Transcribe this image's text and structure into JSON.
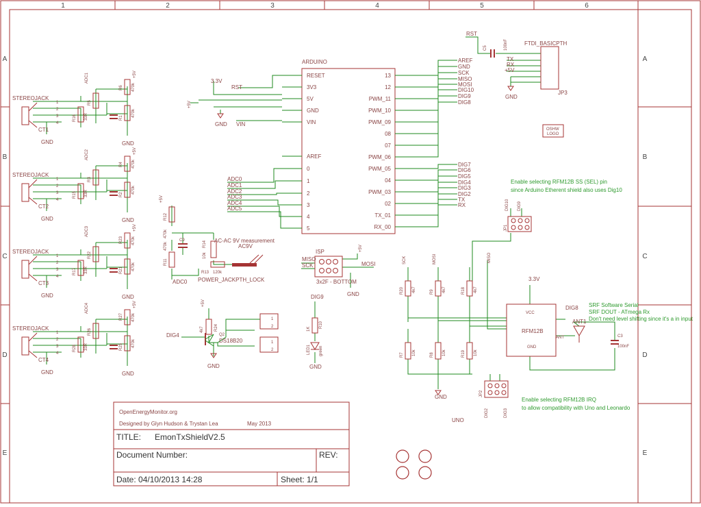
{
  "frame": {
    "columns": [
      "1",
      "2",
      "3",
      "4",
      "5",
      "6"
    ],
    "rows": [
      "A",
      "B",
      "C",
      "D",
      "E"
    ]
  },
  "title_block": {
    "website": "OpenEnergyMonitor.org",
    "designers": "Designed by Glyn Hudson & Trystan Lea",
    "date_note": "May 2013",
    "title_label": "TITLE:",
    "title_value": "EmonTxShieldV2.5",
    "docnum_label": "Document Number:",
    "rev_label": "REV:",
    "date_label": "Date: 04/10/2013 14:28",
    "sheet_label": "Sheet: 1/1"
  },
  "arduino": {
    "name": "ARDUINO",
    "left_pins": [
      "RESET",
      "3V3",
      "5V",
      "GND",
      "VIN",
      "AREF",
      "0",
      "1",
      "2",
      "3",
      "4",
      "5"
    ],
    "right_pins": [
      "13",
      "12",
      "PWM_11",
      "PWM_10",
      "PWM_09",
      "08",
      "07",
      "PWM_06",
      "PWM_05",
      "04",
      "PWM_03",
      "02",
      "TX_01",
      "RX_00"
    ],
    "left_nets": [
      "RST",
      "3.3V",
      "+5V",
      "GND",
      "VIN"
    ],
    "adc_nets": [
      "ADC0",
      "ADC1",
      "ADC2",
      "ADC3",
      "ADC4",
      "ADC5"
    ],
    "right_nets": [
      "AREF",
      "GND",
      "SCK",
      "MISO",
      "MOSI",
      "DIG10",
      "DIG9",
      "DIG8",
      "DIG7",
      "DIG6",
      "DIG5",
      "DIG4",
      "DIG3",
      "DIG2",
      "TX",
      "RX"
    ]
  },
  "ct_channels": [
    {
      "jack": "STEREOJACK",
      "ct": "CT1",
      "adc": "ADC1",
      "r_burden": "R5",
      "r_bias": "R16",
      "r_div": "R6",
      "r_div2": "R1",
      "res_val": "33R",
      "div_val": "470k",
      "supply": "+5V",
      "gnd": "GND"
    },
    {
      "jack": "STEREOJACK",
      "ct": "CT2",
      "adc": "ADC2",
      "r_burden": "R3",
      "r_bias": "R15",
      "r_div": "R4",
      "r_div2": "R2",
      "res_val": "33R",
      "div_val": "470k",
      "supply": "+5V",
      "gnd": "GND"
    },
    {
      "jack": "STEREOJACK",
      "ct": "CT3",
      "adc": "ADC3",
      "r_burden": "R22",
      "r_bias": "R17",
      "r_div": "R23",
      "r_div2": "R21",
      "res_val": "33R",
      "div_val": "470k",
      "supply": "+5V",
      "gnd": "GND"
    },
    {
      "jack": "STEREOJACK",
      "ct": "CT4",
      "adc": "ADC4",
      "r_burden": "R26",
      "r_bias": "R28",
      "r_div": "R27",
      "r_div2": "R25",
      "res_val": "33R",
      "div_val": "470k",
      "supply": "+5V",
      "gnd": "GND"
    }
  ],
  "ac_section": {
    "supply": "+5V",
    "r_top": "R12",
    "r_bot": "R11",
    "val": "470k",
    "r14": "R14",
    "r14_val": "10k",
    "r13": "R13",
    "r13_val": "120k",
    "cap": "C9",
    "label": "AC-AC 9V measurement",
    "ac_label": "AC9V",
    "jack": "POWER_JACKPTH_LOCK",
    "adc_net": "ADC0"
  },
  "ds18b20": {
    "supply": "+5V",
    "res": "R24",
    "res_val": "4k7",
    "net": "DIG4",
    "chip": "Q2",
    "chip_name": "DS18B20",
    "gnd": "GND",
    "pads": [
      "1",
      "2",
      "1",
      "2"
    ]
  },
  "isp": {
    "name": "ISP",
    "nets": [
      "MISO",
      "SCK",
      "MOSI"
    ],
    "supply": "+5V",
    "gnd": "GND",
    "label": "3x2F - BOTTOM"
  },
  "led": {
    "net": "DIG9",
    "res": "R10",
    "res_val": "1K",
    "led": "LED1",
    "color": "green",
    "gnd": "GND"
  },
  "ftdi": {
    "name": "FTDI_BASICPTH",
    "reset": "RST",
    "cap": "C5",
    "cap_val": "100nF",
    "nets": [
      "TX",
      "RX",
      "+5V"
    ],
    "gnd": "GND",
    "jp": "JP3"
  },
  "logo": {
    "line1": "OSHW",
    "line2": "LOGO"
  },
  "jp1": {
    "name": "JP1",
    "pins": [
      "DIG10",
      "DIG9"
    ],
    "note1": "Enable selecting RFM12B SS (SEL) pin",
    "note2": "since Arduino Etherent shield also uses Dig10"
  },
  "rfm": {
    "chip": "RFM12B",
    "supply": "3.3V",
    "vcc": "VCC",
    "gnd_pin": "GND",
    "ant_pin": "ANT",
    "ant": "ANT1",
    "cap": "C3",
    "cap_val": "100nF",
    "dig": "DIG8",
    "nets": [
      "SCK",
      "MOSI",
      "MISO"
    ],
    "res_top": [
      "R20",
      "R9",
      "R18"
    ],
    "res_top_val": "4k7",
    "res_bot": [
      "R7",
      "R8",
      "R19"
    ],
    "res_bot_val": "10k",
    "gnd": "GND",
    "note1": "SRF Software Serial",
    "note2": "SRF DOUT - ATmega Rx",
    "note3": "Don't need level shifting since it's a in input"
  },
  "jp2": {
    "name": "JP2",
    "pins": [
      "DIG2",
      "DIG3"
    ],
    "note1": "Enable selecting RFM12B IRQ",
    "note2": "to allow compatibility with Uno and Leonardo",
    "uno": "UNO"
  }
}
